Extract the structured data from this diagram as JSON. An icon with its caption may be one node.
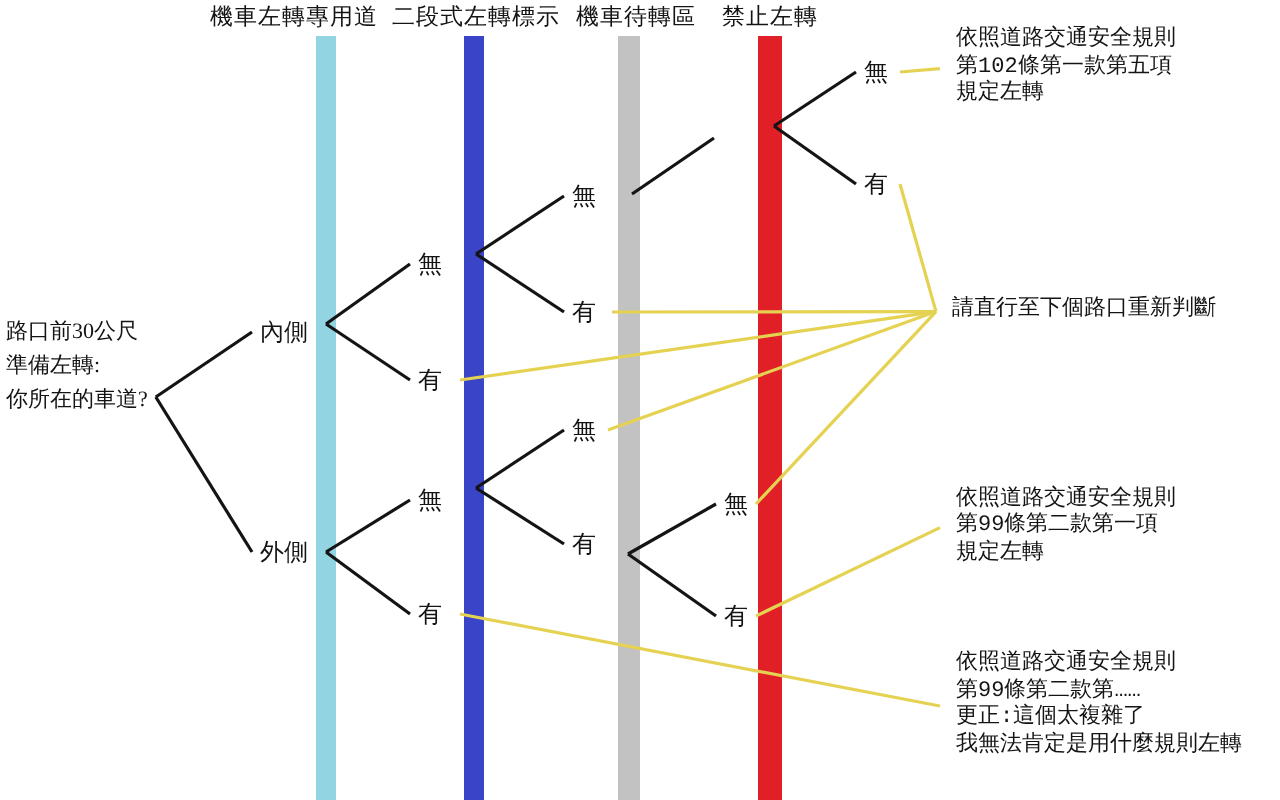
{
  "diagram": {
    "nodes": [
      {
        "text": [
          "路口前30公尺",
          "準備左轉:",
          "你所在的車道?"
        ]
      },
      {
        "text": [
          "內側"
        ]
      },
      {
        "text": [
          "外側"
        ]
      },
      {
        "text": [
          "無"
        ]
      },
      {
        "text": [
          "有"
        ]
      },
      {
        "text": [
          "無"
        ]
      },
      {
        "text": [
          "有"
        ]
      },
      {
        "text": [
          "無"
        ]
      },
      {
        "text": [
          "有"
        ]
      },
      {
        "text": [
          "無"
        ]
      },
      {
        "text": [
          "有"
        ]
      },
      {
        "text": [
          "無"
        ]
      },
      {
        "text": [
          "有"
        ]
      },
      {
        "text": [
          "無"
        ]
      },
      {
        "text": [
          "有"
        ]
      },
      {
        "text": [
          "依照道路交通安全規則第102條第一款第五項規定左轉"
        ]
      },
      {
        "text": [
          "請直行至下個路口重新判斷"
        ]
      },
      {
        "text": [
          "依照道路交通安全規則第99條第二款第一項規定左轉"
        ]
      },
      {
        "text": [
          "依照道路交通安全規則第99條第二款第……",
          "更正:這個太複雜了",
          "我無法肯定是用什麼規則左轉"
        ]
      }
    ],
    "edges": [
      {
        "from": 0,
        "to": 1,
        "arrow": "none"
      },
      {
        "from": 0,
        "to": 2,
        "arrow": "none"
      },
      {
        "from": 1,
        "to": 3,
        "arrow": "none"
      },
      {
        "from": 1,
        "to": 4,
        "arrow": "none"
      },
      {
        "from": 2,
        "to": 5,
        "arrow": "none"
      },
      {
        "from": 2,
        "to": 6,
        "arrow": "none"
      },
      {
        "from": 3,
        "to": 7,
        "arrow": "none"
      },
      {
        "from": 3,
        "to": 8,
        "arrow": "none"
      },
      {
        "from": 5,
        "to": 9,
        "arrow": "none"
      },
      {
        "from": 5,
        "to": 10,
        "arrow": "none"
      },
      {
        "from": 7,
        "to": null,
        "arrow": "none"
      },
      {
        "from": null,
        "to": 11,
        "arrow": "none"
      },
      {
        "from": null,
        "to": 12,
        "arrow": "none"
      },
      {
        "from": 10,
        "to": 13,
        "arrow": "none"
      },
      {
        "from": 10,
        "to": 14,
        "arrow": "none"
      },
      {
        "from": 11,
        "to": 15,
        "arrow": "none",
        "color": "#e5d252"
      },
      {
        "from": 12,
        "to": 16,
        "arrow": "none",
        "color": "#e5d252"
      },
      {
        "from": 8,
        "to": 16,
        "arrow": "none",
        "color": "#e5d252"
      },
      {
        "from": 4,
        "to": 16,
        "arrow": "none",
        "color": "#e5d252"
      },
      {
        "from": 9,
        "to": 16,
        "arrow": "none",
        "color": "#e5d252"
      },
      {
        "from": 13,
        "to": 16,
        "arrow": "none",
        "color": "#e5d252"
      },
      {
        "from": 14,
        "to": 17,
        "arrow": "none",
        "color": "#e5d252"
      },
      {
        "from": 6,
        "to": 18,
        "arrow": "none",
        "color": "#e5d252"
      }
    ],
    "labels": [
      "機車左轉專用道",
      "二段式左轉標示",
      "機車待轉區",
      "禁止左轉"
    ]
  }
}
